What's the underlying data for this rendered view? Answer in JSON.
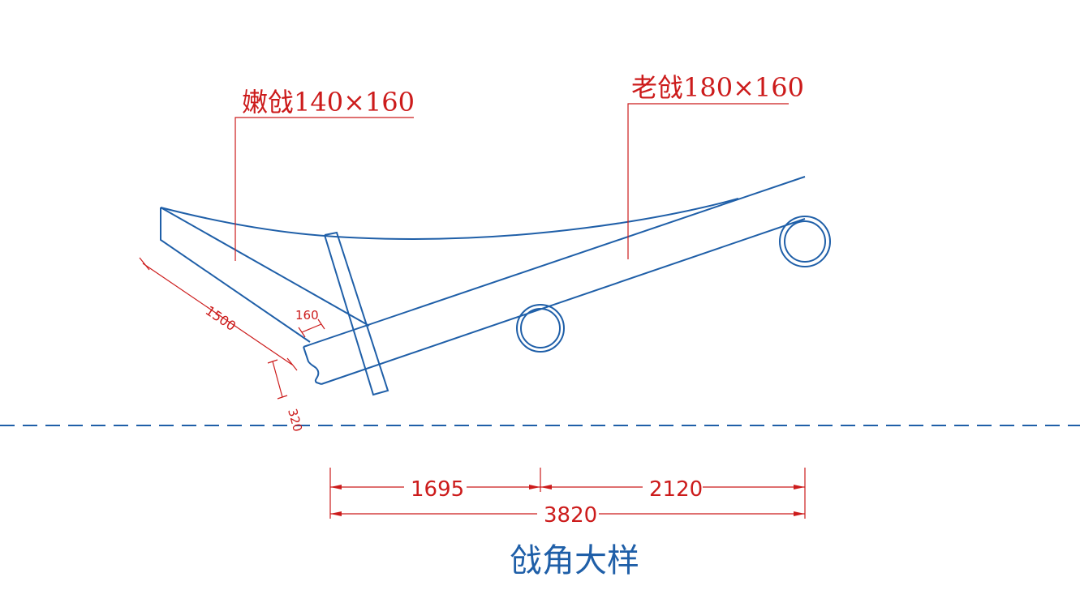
{
  "labels": {
    "young_rafter": "嫩戗140×160",
    "old_rafter": "老戗180×160"
  },
  "dimensions": {
    "len_1500": "1500",
    "len_160": "160",
    "len_320": "320",
    "span_left": "1695",
    "span_right": "2120",
    "span_total": "3820"
  },
  "title": "戗角大样",
  "colors": {
    "structure": "#1f5fa8",
    "annotation": "#cc1b1b"
  }
}
